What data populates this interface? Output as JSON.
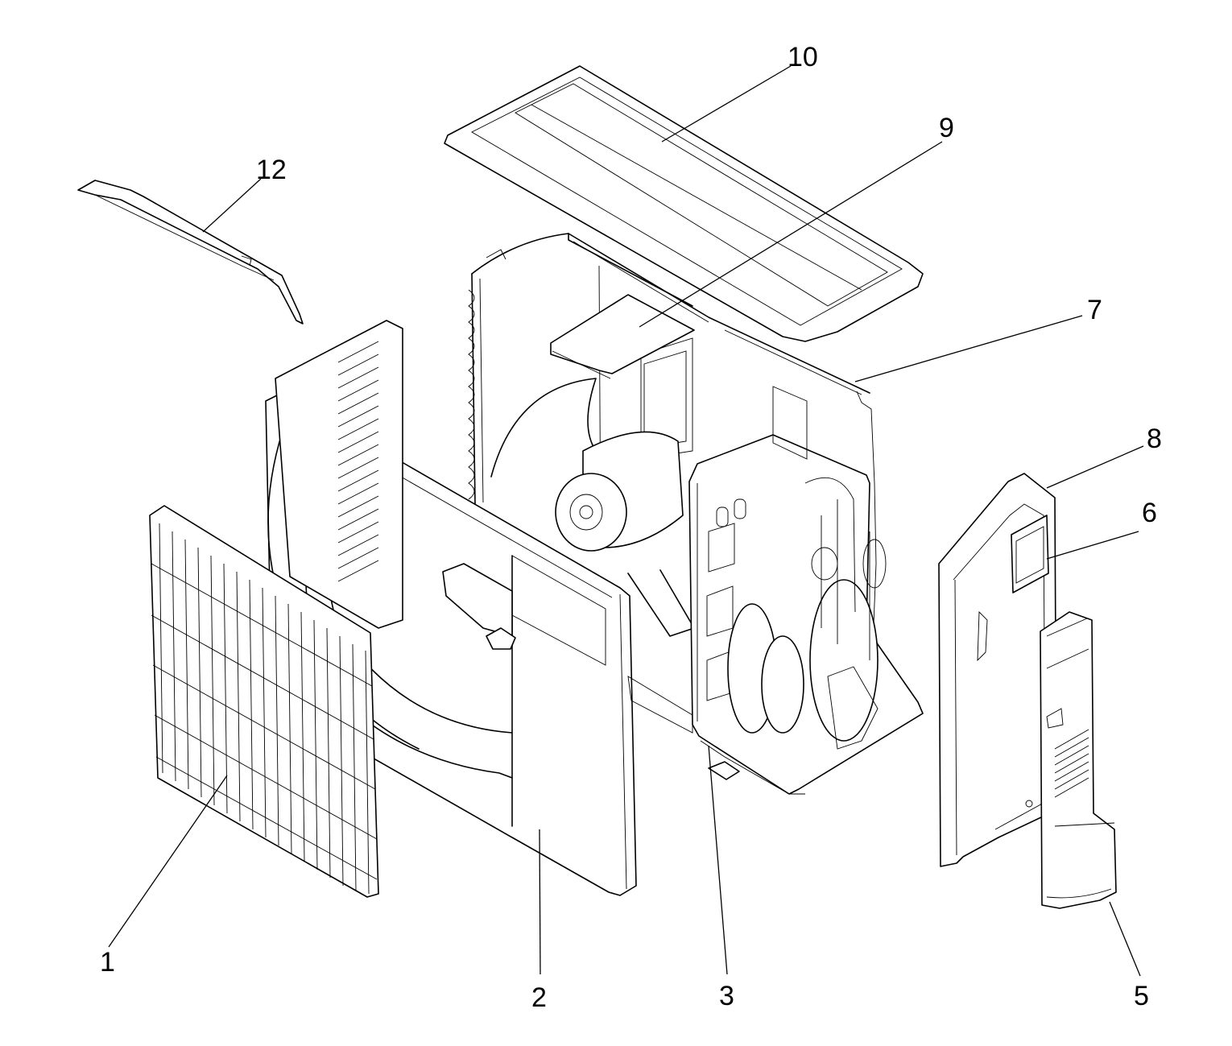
{
  "diagram": {
    "callouts": [
      {
        "id": "c1",
        "label": "1"
      },
      {
        "id": "c2",
        "label": "2"
      },
      {
        "id": "c3",
        "label": "3"
      },
      {
        "id": "c5",
        "label": "5"
      },
      {
        "id": "c6",
        "label": "6"
      },
      {
        "id": "c7",
        "label": "7"
      },
      {
        "id": "c8",
        "label": "8"
      },
      {
        "id": "c9",
        "label": "9"
      },
      {
        "id": "c10",
        "label": "10"
      },
      {
        "id": "c12",
        "label": "12"
      }
    ]
  }
}
